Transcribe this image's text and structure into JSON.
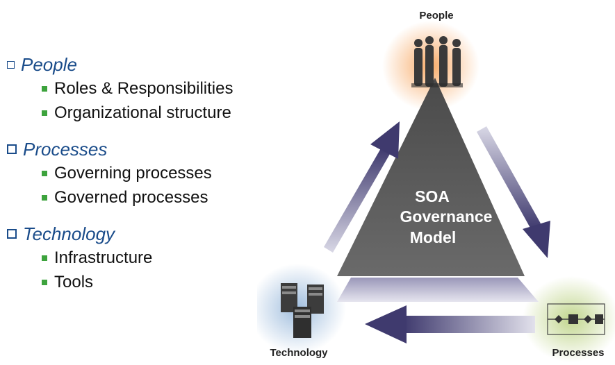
{
  "bullets": [
    {
      "title": "People",
      "items": [
        "Roles & Responsibilities",
        "Organizational structure"
      ]
    },
    {
      "title": "Processes",
      "items": [
        "Governing processes",
        "Governed processes"
      ]
    },
    {
      "title": "Technology",
      "items": [
        "Infrastructure",
        "Tools"
      ]
    }
  ],
  "diagram": {
    "center_lines": [
      "SOA",
      "Governance",
      "Model"
    ],
    "top_label": "People",
    "left_label": "Technology",
    "right_label": "Processes"
  },
  "colors": {
    "accent_red": "#e00000",
    "heading_blue": "#1a4c8a",
    "bullet_green": "#3da33d",
    "pyramid_gray": "#5c5c5c",
    "arrow_purple": "#3f3a6e"
  }
}
